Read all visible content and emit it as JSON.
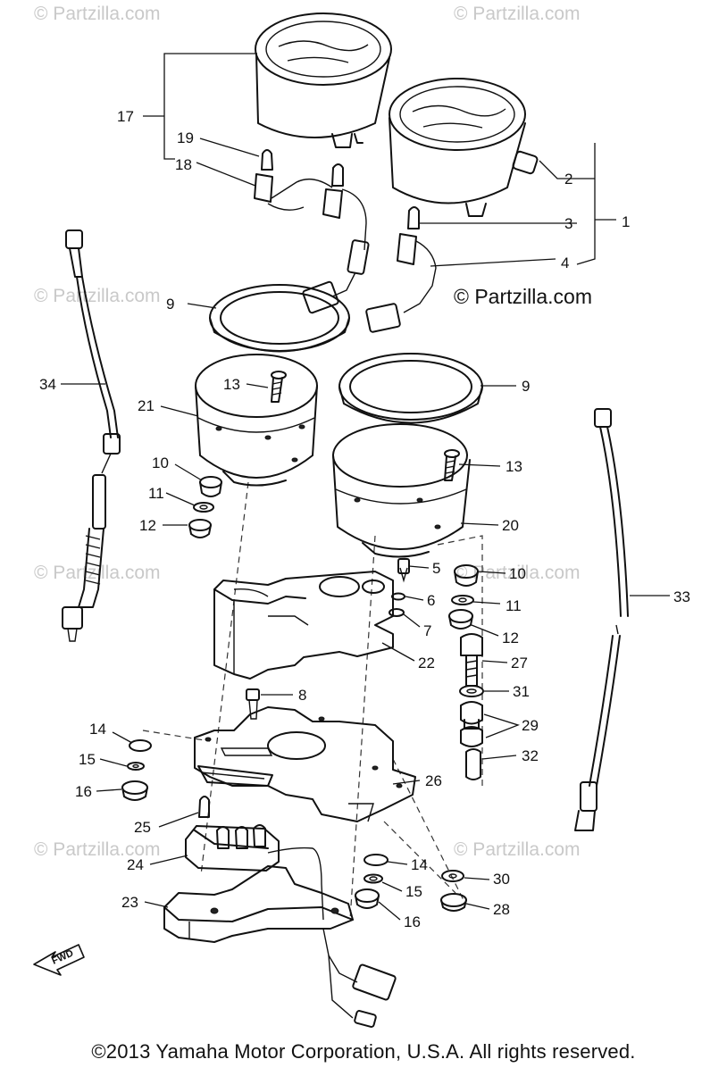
{
  "watermark": "© Partzilla.com",
  "brand_watermark": "© Partzilla.com",
  "copyright": "©2013 Yamaha Motor Corporation, U.S.A. All rights reserved.",
  "fwd_label": "FWD",
  "callouts": [
    {
      "id": "c17",
      "label": "17"
    },
    {
      "id": "c19",
      "label": "19"
    },
    {
      "id": "c18",
      "label": "18"
    },
    {
      "id": "c2",
      "label": "2"
    },
    {
      "id": "c3",
      "label": "3"
    },
    {
      "id": "c1",
      "label": "1"
    },
    {
      "id": "c4",
      "label": "4"
    },
    {
      "id": "c9a",
      "label": "9"
    },
    {
      "id": "c34",
      "label": "34"
    },
    {
      "id": "c13a",
      "label": "13"
    },
    {
      "id": "c21",
      "label": "21"
    },
    {
      "id": "c9b",
      "label": "9"
    },
    {
      "id": "c10a",
      "label": "10"
    },
    {
      "id": "c13b",
      "label": "13"
    },
    {
      "id": "c11a",
      "label": "11"
    },
    {
      "id": "c12a",
      "label": "12"
    },
    {
      "id": "c20",
      "label": "20"
    },
    {
      "id": "c5",
      "label": "5"
    },
    {
      "id": "c10b",
      "label": "10"
    },
    {
      "id": "c33",
      "label": "33"
    },
    {
      "id": "c6",
      "label": "6"
    },
    {
      "id": "c11b",
      "label": "11"
    },
    {
      "id": "c7",
      "label": "7"
    },
    {
      "id": "c12b",
      "label": "12"
    },
    {
      "id": "c22",
      "label": "22"
    },
    {
      "id": "c27",
      "label": "27"
    },
    {
      "id": "c8",
      "label": "8"
    },
    {
      "id": "c31",
      "label": "31"
    },
    {
      "id": "c29",
      "label": "29"
    },
    {
      "id": "c14a",
      "label": "14"
    },
    {
      "id": "c15a",
      "label": "15"
    },
    {
      "id": "c32",
      "label": "32"
    },
    {
      "id": "c16a",
      "label": "16"
    },
    {
      "id": "c26",
      "label": "26"
    },
    {
      "id": "c25",
      "label": "25"
    },
    {
      "id": "c24",
      "label": "24"
    },
    {
      "id": "c14b",
      "label": "14"
    },
    {
      "id": "c30",
      "label": "30"
    },
    {
      "id": "c15b",
      "label": "15"
    },
    {
      "id": "c23",
      "label": "23"
    },
    {
      "id": "c28",
      "label": "28"
    },
    {
      "id": "c16b",
      "label": "16"
    }
  ]
}
